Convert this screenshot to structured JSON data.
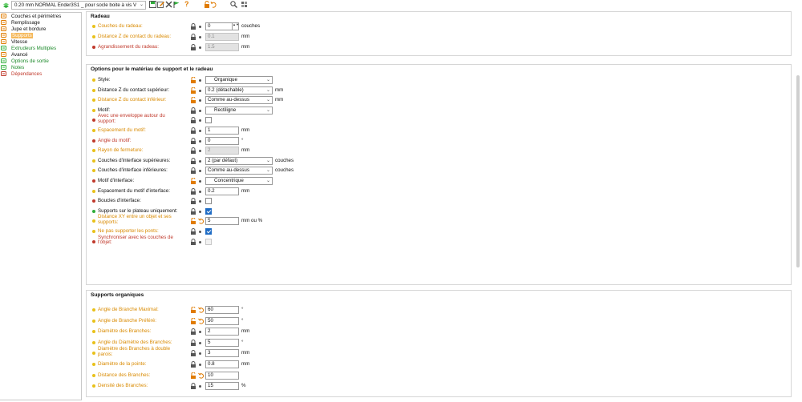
{
  "toolbar": {
    "preset": "0.20 mm NORMAL  Ender3S1 _ pour socle boite à vis V",
    "icons": [
      "layer-icon",
      "save-icon",
      "edit-icon",
      "delete-icon",
      "flag-icon",
      "help-icon",
      "lock-undo-icon",
      "search-icon",
      "settings-icon"
    ],
    "help_glyph": "?"
  },
  "sidebar": {
    "items": [
      {
        "label": "Couches et périmètres",
        "mode": "basic",
        "icon": "layers-icon"
      },
      {
        "label": "Remplissage",
        "mode": "basic",
        "icon": "infill-icon"
      },
      {
        "label": "Jupe et bordure",
        "mode": "basic",
        "icon": "skirt-icon"
      },
      {
        "label": "Supports",
        "mode": "basic",
        "icon": "supports-icon",
        "selected": true
      },
      {
        "label": "Vitesse",
        "mode": "basic",
        "icon": "speed-icon"
      },
      {
        "label": "Extrudeurs Multiples",
        "mode": "adv",
        "icon": "extruder-icon"
      },
      {
        "label": "Avancé",
        "mode": "basic",
        "icon": "wrench-icon"
      },
      {
        "label": "Options de sortie",
        "mode": "adv",
        "icon": "output-icon"
      },
      {
        "label": "Notes",
        "mode": "adv",
        "icon": "notes-icon"
      },
      {
        "label": "Dépendances",
        "mode": "expert",
        "icon": "dependencies-icon"
      }
    ]
  },
  "raft": {
    "title": "Radeau",
    "rows": [
      {
        "label": "Couches du radeau:",
        "mode": "y",
        "value": "0",
        "unit": "couches",
        "spin": true,
        "disabled": false
      },
      {
        "label": "Distance Z de contact du radeau:",
        "mode": "y",
        "value": "0.1",
        "unit": "mm",
        "disabled": true
      },
      {
        "label": "Agrandissement du radeau:",
        "mode": "r",
        "value": "1.5",
        "unit": "mm",
        "disabled": true
      }
    ]
  },
  "material": {
    "title": "Options pour le matériau de support et le radeau",
    "rows": [
      {
        "label": "Style:",
        "mode": "y",
        "kind": "combo",
        "value": "Organique",
        "modified": true,
        "inner": true
      },
      {
        "label": "Distance Z du contact supérieur:",
        "mode": "y",
        "kind": "combo",
        "value": "0.2 (détachable)",
        "unit": "mm",
        "modified": true
      },
      {
        "label": "Distance Z du contact inférieur:",
        "mode": "y",
        "kind": "combo",
        "value": "Comme au-dessus",
        "unit": "mm",
        "modified": true
      },
      {
        "label": "Motif:",
        "mode": "y",
        "kind": "combo",
        "value": "Rectiligne",
        "inner": true
      },
      {
        "label": "Avec une enveloppe autour du support:",
        "mode": "r",
        "kind": "check",
        "checked": false,
        "two": true
      },
      {
        "label": "Espacement du motif:",
        "mode": "y",
        "kind": "input",
        "value": "1",
        "unit": "mm"
      },
      {
        "label": "Angle du motif:",
        "mode": "r",
        "kind": "input",
        "value": "0",
        "unit": "°"
      },
      {
        "label": "Rayon de fermeture:",
        "mode": "y",
        "kind": "input",
        "value": "2",
        "unit": "mm",
        "disabled": true
      },
      {
        "label": "Couches d'interface supérieures:",
        "mode": "y",
        "kind": "combo",
        "value": "2 (par défaut)",
        "unit": "couches"
      },
      {
        "label": "Couches d'interface inférieures:",
        "mode": "y",
        "kind": "combo",
        "value": "Comme au-dessus",
        "unit": "couches"
      },
      {
        "label": "Motif d'interface:",
        "mode": "r",
        "kind": "combo",
        "value": "Concentrique",
        "modified": true,
        "inner": true
      },
      {
        "label": "Espacement du motif d'interface:",
        "mode": "y",
        "kind": "input",
        "value": "0.2",
        "unit": "mm"
      },
      {
        "label": "Boucles d'interface:",
        "mode": "r",
        "kind": "check",
        "checked": false
      },
      {
        "label": "Supports sur le plateau uniquement:",
        "mode": "g",
        "kind": "check",
        "checked": true
      },
      {
        "label": "Distance XY entre un objet et ses supports:",
        "mode": "y",
        "kind": "input",
        "value": "5",
        "unit": "mm ou %",
        "modified": true,
        "undo": true,
        "two": true,
        "wideunit": true
      },
      {
        "label": "Ne pas supporter les ponts:",
        "mode": "y",
        "kind": "check",
        "checked": true
      },
      {
        "label": "Synchroniser avec les couches de l'objet:",
        "mode": "r",
        "kind": "check",
        "checked": false,
        "disabled": true,
        "two": true
      }
    ]
  },
  "organic": {
    "title": "Supports organiques",
    "rows": [
      {
        "label": "Angle de Branche Maximal:",
        "mode": "y",
        "value": "60",
        "unit": "°",
        "modified": true,
        "undo": true
      },
      {
        "label": "Angle de Branche Préféré:",
        "mode": "y",
        "value": "50",
        "unit": "°",
        "modified": true,
        "undo": true
      },
      {
        "label": "Diamètre des Branches:",
        "mode": "y",
        "value": "2",
        "unit": "mm"
      },
      {
        "label": "Angle du Diamètre des Branches:",
        "mode": "y",
        "value": "5",
        "unit": "°"
      },
      {
        "label": "Diamètre des Branches à double parois:",
        "mode": "y",
        "value": "3",
        "unit": "mm",
        "two": true
      },
      {
        "label": "Diamètre de la pointe:",
        "mode": "y",
        "value": "0.8",
        "unit": "mm"
      },
      {
        "label": "Distance des Branches:",
        "mode": "y",
        "value": "10",
        "unit": "",
        "modified": true,
        "undo": true
      },
      {
        "label": "Densité des Branches:",
        "mode": "y",
        "value": "15",
        "unit": "%"
      }
    ]
  },
  "colors": {
    "basic": "#111111",
    "advanced": "#1c8a2a",
    "expert": "#c0392b",
    "selected": "#f5b85a",
    "modified": "#e07b00"
  }
}
